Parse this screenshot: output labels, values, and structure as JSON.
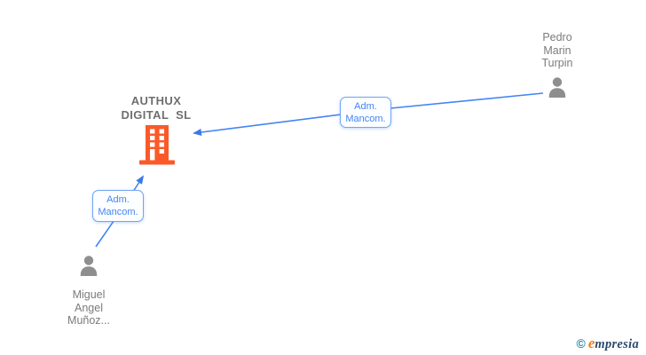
{
  "diagram": {
    "company": {
      "icon": "building-icon",
      "name_line1": "AUTHUX",
      "name_line2": "DIGITAL SL"
    },
    "persons": {
      "pedro": {
        "icon": "person-icon",
        "line1": "Pedro",
        "line2": "Marin",
        "line3": "Turpin"
      },
      "miguel": {
        "icon": "person-icon",
        "line1": "Miguel",
        "line2": "Angel",
        "line3": "Muñoz..."
      }
    },
    "edges": {
      "pedro_to_company": {
        "label_line1": "Adm.",
        "label_line2": "Mancom."
      },
      "miguel_to_company": {
        "label_line1": "Adm.",
        "label_line2": "Mancom."
      }
    }
  },
  "colors": {
    "edge_blue": "#4285f4",
    "arrow_blue": "#3b78e7",
    "label_text_blue": "#4285f4",
    "label_border_blue": "#72a5f3",
    "building_orange": "#fb5a28",
    "person_gray": "#8e8e8e",
    "company_text_gray": "#6f6f6f",
    "person_text_gray": "#7b7b7b",
    "logo_copyright_teal": "#2a81a8",
    "logo_e_orange": "#ee7d17",
    "logo_text_navy": "#2b4a6f"
  },
  "watermark": {
    "copyright": "©",
    "brand_initial": "e",
    "brand_rest": "mpresia"
  }
}
